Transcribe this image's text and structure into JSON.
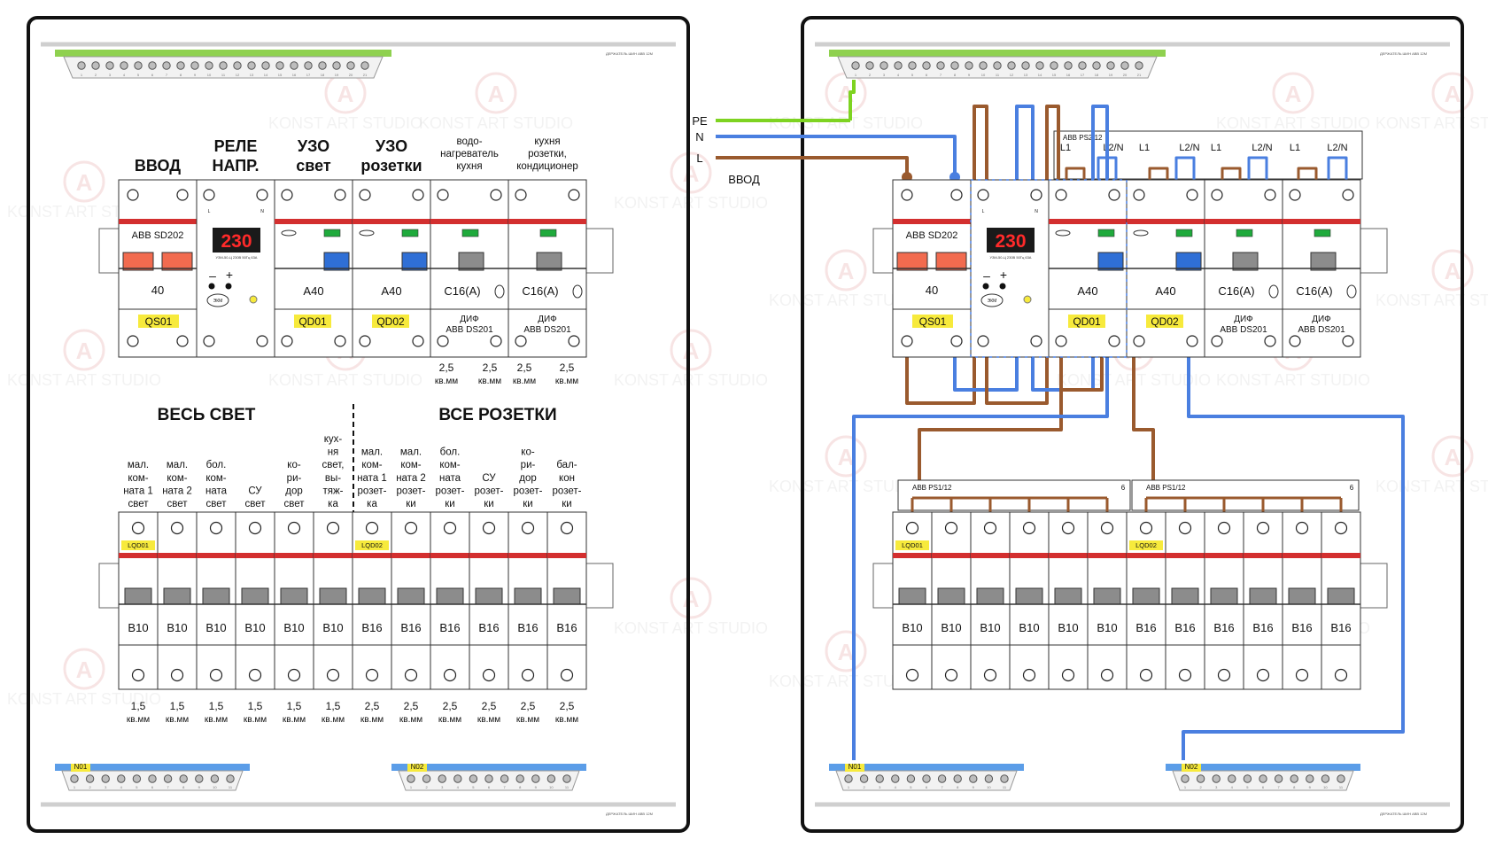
{
  "holder_caption": "ДЕРЖАТЕЛЬ ШИН ABB 12M",
  "watermark": "KONST ART STUDIO",
  "brand_letter": "A",
  "colors": {
    "pe": "#7ed321",
    "n": "#4a7fe0",
    "l": "#9a5a2e",
    "red": "#d32f2f",
    "label": "#f7ea3c",
    "blue": "#2f6fd6",
    "green": "#1faa3c",
    "busbar_pe": "#8fd14f",
    "busbar_n": "#5b9de8"
  },
  "input": {
    "pe": "PE",
    "n": "N",
    "l": "L",
    "caption": "ВВОД"
  },
  "left": {
    "top_headers": [
      {
        "lines": [
          "ВВОД"
        ]
      },
      {
        "lines": [
          "РЕЛЕ",
          "НАПР."
        ]
      },
      {
        "lines": [
          "УЗО",
          "свет"
        ]
      },
      {
        "lines": [
          "УЗО",
          "розетки"
        ]
      },
      {
        "lines": [
          "водо-",
          "нагреватель",
          "кухня"
        ]
      },
      {
        "lines": [
          "кухня",
          "розетки,",
          "кондиционер"
        ]
      }
    ],
    "group_light": "ВЕСЬ СВЕТ",
    "group_sockets": "ВСЕ РОЗЕТКИ",
    "cable_top": [
      {
        "v": "2,5",
        "u": "кв.мм"
      },
      {
        "v": "2,5",
        "u": "кв.мм"
      },
      {
        "v": "2,5",
        "u": "кв.мм"
      },
      {
        "v": "2,5",
        "u": "кв.мм"
      }
    ],
    "bottom_headers": [
      {
        "lines": [
          "мал.",
          "ком-",
          "ната 1",
          "свет"
        ]
      },
      {
        "lines": [
          "мал.",
          "ком-",
          "ната 2",
          "свет"
        ]
      },
      {
        "lines": [
          "бол.",
          "ком-",
          "ната",
          "свет"
        ]
      },
      {
        "lines": [
          "СУ",
          "свет"
        ]
      },
      {
        "lines": [
          "ко-",
          "ри-",
          "дор",
          "свет"
        ]
      },
      {
        "lines": [
          "кух-",
          "ня",
          "свет,",
          "вы-",
          "тяж-",
          "ка"
        ]
      },
      {
        "lines": [
          "мал.",
          "ком-",
          "ната 1",
          "розет-",
          "ка"
        ]
      },
      {
        "lines": [
          "мал.",
          "ком-",
          "ната 2",
          "розет-",
          "ки"
        ]
      },
      {
        "lines": [
          "бол.",
          "ком-",
          "ната",
          "розет-",
          "ки"
        ]
      },
      {
        "lines": [
          "СУ",
          "розет-",
          "ки"
        ]
      },
      {
        "lines": [
          "ко-",
          "ри-",
          "дор",
          "розет-",
          "ки"
        ]
      },
      {
        "lines": [
          "бал-",
          "кон",
          "розет-",
          "ки"
        ]
      }
    ],
    "cable_bottom": [
      {
        "v": "1,5",
        "u": "кв.мм"
      },
      {
        "v": "1,5",
        "u": "кв.мм"
      },
      {
        "v": "1,5",
        "u": "кв.мм"
      },
      {
        "v": "1,5",
        "u": "кв.мм"
      },
      {
        "v": "1,5",
        "u": "кв.мм"
      },
      {
        "v": "1,5",
        "u": "кв.мм"
      },
      {
        "v": "2,5",
        "u": "кв.мм"
      },
      {
        "v": "2,5",
        "u": "кв.мм"
      },
      {
        "v": "2,5",
        "u": "кв.мм"
      },
      {
        "v": "2,5",
        "u": "кв.мм"
      },
      {
        "v": "2,5",
        "u": "кв.мм"
      },
      {
        "v": "2,5",
        "u": "кв.мм"
      }
    ]
  },
  "devices": {
    "main_switch": {
      "model": "ABB SD202",
      "rating": "40",
      "label": "QS01"
    },
    "relay": {
      "display": "230",
      "spec": "УЗМ-50-Ц 230В 50Гц 63А",
      "brand": "ЭКМ",
      "ln": [
        "L",
        "N"
      ]
    },
    "rcd": [
      {
        "rating": "A40",
        "label": "QD01"
      },
      {
        "rating": "A40",
        "label": "QD02"
      }
    ],
    "rcbo": [
      {
        "rating": "C16(A)",
        "type": "ДИФ",
        "model": "ABB DS201"
      },
      {
        "rating": "C16(A)",
        "type": "ДИФ",
        "model": "ABB DS201"
      }
    ],
    "mcb_ratings": [
      "B10",
      "B10",
      "B10",
      "B10",
      "B10",
      "B10",
      "B16",
      "B16",
      "B16",
      "B16",
      "B16",
      "B16"
    ],
    "mcb_labels": [
      "LQD01",
      "LQD02"
    ],
    "busbar_top": {
      "name": "ABB PS2/12",
      "phases": [
        "L1",
        "L2/N",
        "L1",
        "L2/N",
        "L1",
        "L2/N",
        "L1",
        "L2/N"
      ]
    },
    "busbar_bottom": {
      "name": "ABB PS1/12",
      "count": "6"
    },
    "n_bars": [
      "N01",
      "N02"
    ]
  }
}
